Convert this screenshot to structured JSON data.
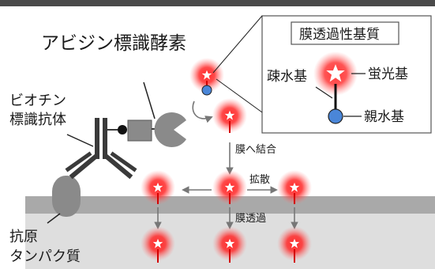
{
  "labels": {
    "avidin_enzyme": "アビジン標識酵素",
    "biotin_antibody_line1": "ビオチン",
    "biotin_antibody_line2": "標識抗体",
    "antigen_line1": "抗原",
    "antigen_line2": "タンパク質",
    "membrane_binding": "膜へ結合",
    "diffusion": "拡散",
    "membrane_permeation": "膜透過"
  },
  "legend": {
    "title": "膜透過性基質",
    "hydrophobic": "疎水基",
    "fluorophore": "蛍光基",
    "hydrophilic": "親水基"
  },
  "colors": {
    "top_bar": "#4a4a4a",
    "glow_red": "#ff2a2a",
    "hydrophilic_blue": "#4a86d8",
    "membrane_band": "#a9a9a9",
    "cell_interior": "#dedede",
    "legend_glow": "#ff3a3a"
  },
  "icons": [
    "star-icon",
    "pacman-enzyme-icon",
    "antibody-icon"
  ]
}
